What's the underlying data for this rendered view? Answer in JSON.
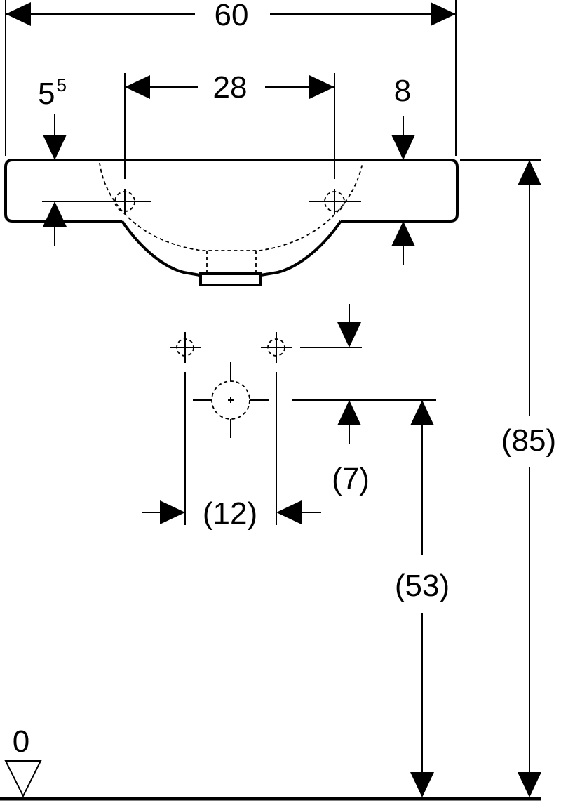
{
  "dimensions": {
    "overall_width": "60",
    "tap_spacing": "28",
    "left_edge_base": "5",
    "left_edge_sup": "5",
    "right_edge": "8",
    "total_height": "(85)",
    "outlet_height": "(53)",
    "outlet_offset": "(7)",
    "waste_spacing": "(12)",
    "floor_level": "0"
  }
}
